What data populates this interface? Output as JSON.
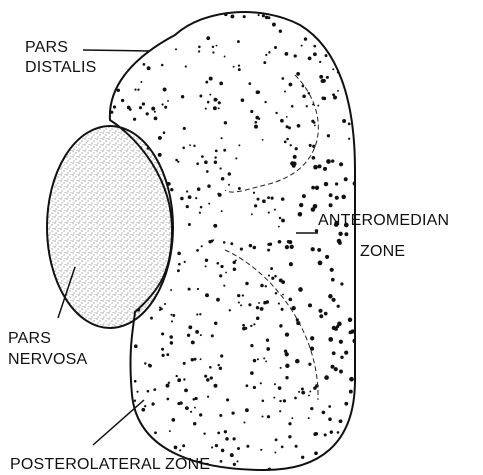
{
  "labels": {
    "pars_distalis_line1": "PARS",
    "pars_distalis_line2": "DISTALIS",
    "anteromedian_line1": "ANTEROMEDIAN",
    "anteromedian_line2": "ZONE",
    "pars_nervosa_line1": "PARS",
    "pars_nervosa_line2": "NERVOSA",
    "posterolateral": "POSTEROLATERAL  ZONE"
  }
}
